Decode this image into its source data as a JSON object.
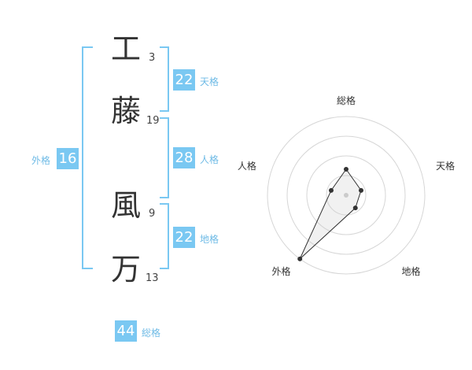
{
  "name_chars": [
    {
      "char": "工",
      "strokes": "3"
    },
    {
      "char": "藤",
      "strokes": "19"
    },
    {
      "char": "風",
      "strokes": "9"
    },
    {
      "char": "万",
      "strokes": "13"
    }
  ],
  "kakusu": {
    "tenkaku": {
      "label": "天格",
      "value": "22"
    },
    "jinkaku": {
      "label": "人格",
      "value": "28"
    },
    "chikaku": {
      "label": "地格",
      "value": "22"
    },
    "gaikaku": {
      "label": "外格",
      "value": "16"
    },
    "soukaku": {
      "label": "総格",
      "value": "44"
    }
  },
  "accent_color": "#7ac8f2",
  "chart_data": {
    "type": "radar",
    "axes": [
      "総格",
      "天格",
      "地格",
      "外格",
      "人格"
    ],
    "values": [
      0.33,
      0.2,
      0.2,
      1.0,
      0.2
    ],
    "grid_rings": 4,
    "rmax": 1.0
  }
}
